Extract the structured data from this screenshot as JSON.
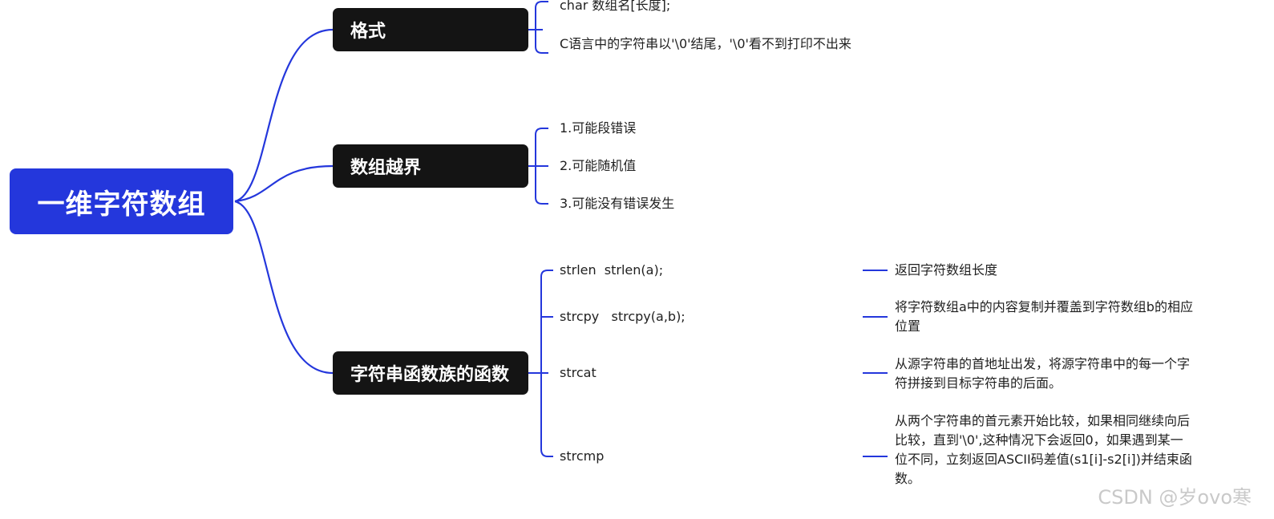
{
  "root": {
    "label": "一维字符数组"
  },
  "branches": [
    {
      "label": "格式",
      "items": [
        "char 数组名[长度];",
        "C语言中的字符串以'\\0'结尾，'\\0'看不到打印不出来"
      ]
    },
    {
      "label": "数组越界",
      "items": [
        "1.可能段错误",
        "2.可能随机值",
        "3.可能没有错误发生"
      ]
    },
    {
      "label": "字符串函数族的函数",
      "items": [
        {
          "name": "strlen  strlen(a);",
          "desc": "返回字符数组长度"
        },
        {
          "name": "strcpy   strcpy(a,b);",
          "desc": "将字符数组a中的内容复制并覆盖到字符数组b的相应位置"
        },
        {
          "name": "strcat",
          "desc": "从源字符串的首地址出发，将源字符串中的每一个字符拼接到目标字符串的后面。"
        },
        {
          "name": "strcmp",
          "desc": "从两个字符串的首元素开始比较，如果相同继续向后比较，直到'\\0',这种情况下会返回0，如果遇到某一位不同，立刻返回ASCII码差值(s1[i]-s2[i])并结束函数。"
        }
      ]
    }
  ],
  "watermark": "CSDN @岁ovo寒",
  "colors": {
    "root": "#2437dc",
    "branch": "#141414",
    "connector": "#2437dc",
    "text": "#1f1f1f"
  }
}
